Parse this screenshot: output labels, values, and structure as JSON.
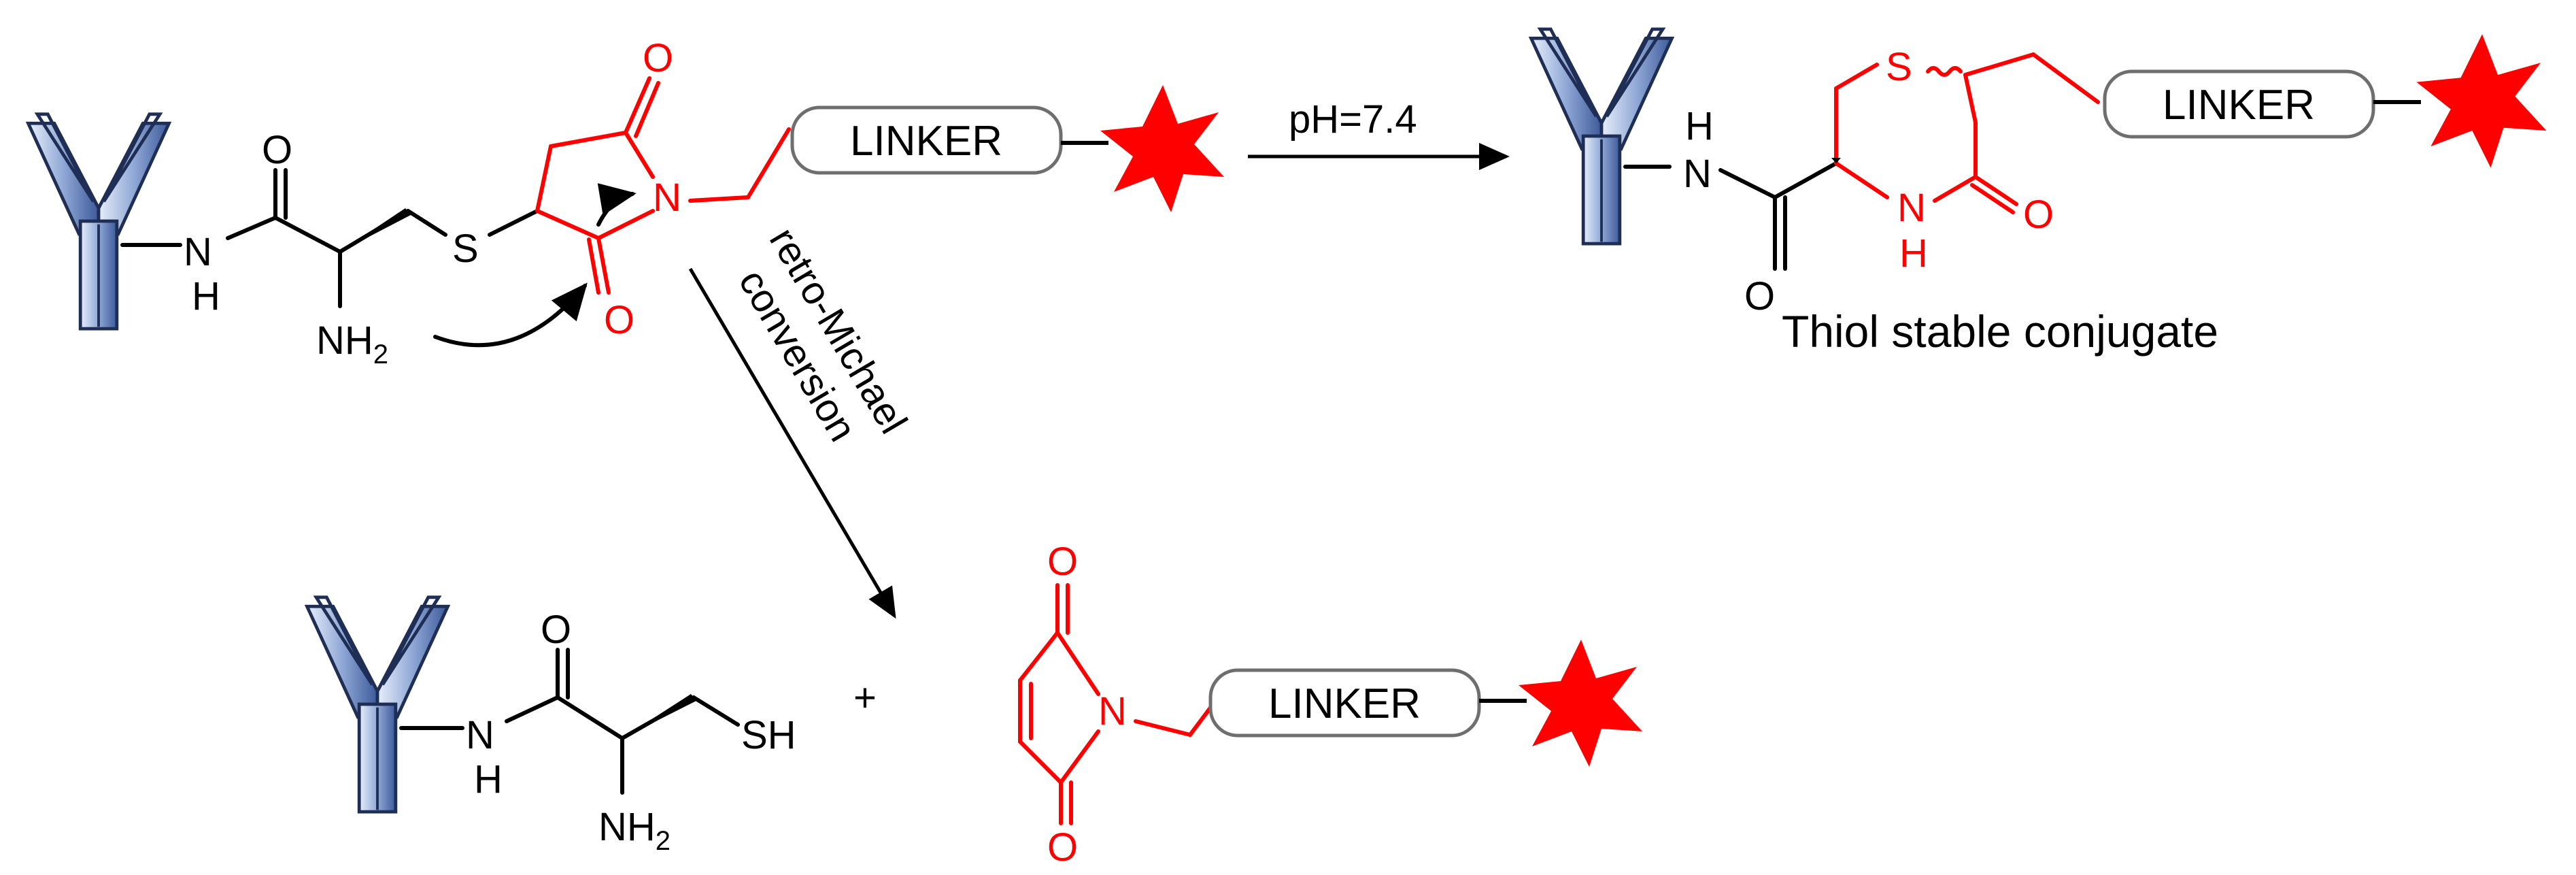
{
  "colors": {
    "bond": "#000000",
    "maleimide": "#ff0000",
    "payload": "#ff0000",
    "antibody_fill": "#8fa8d6",
    "antibody_stroke": "#1f2e55",
    "linker_stroke": "#6e6e6e"
  },
  "icons": [
    "antibody-icon",
    "payload-star-icon"
  ],
  "linker_label": "LINKER",
  "arrows": {
    "hydrolysis_condition": "pH=7.4",
    "retro_line1": "retro-Michael",
    "retro_line2": "conversion"
  },
  "product_caption": "Thiol stable conjugate",
  "atoms": {
    "O": "O",
    "N": "N",
    "H": "H",
    "S": "S",
    "NH2_main": "NH",
    "NH2_sub": "2",
    "SH": "SH",
    "plus": "+"
  }
}
